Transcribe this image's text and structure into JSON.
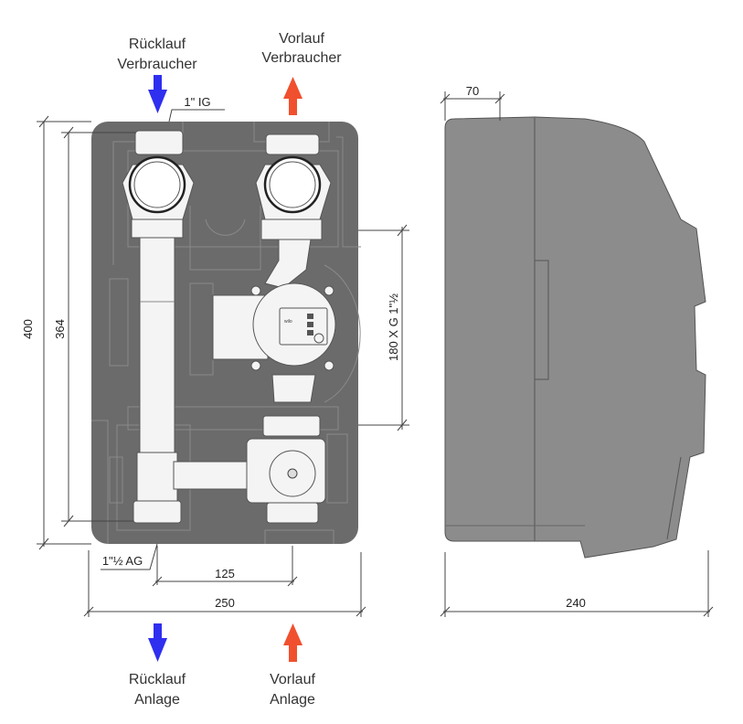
{
  "labels": {
    "top_left": {
      "line1": "Rücklauf",
      "line2": "Verbraucher"
    },
    "top_right": {
      "line1": "Vorlauf",
      "line2": "Verbraucher"
    },
    "bottom_left": {
      "line1": "Rücklauf",
      "line2": "Anlage"
    },
    "bottom_right": {
      "line1": "Vorlauf",
      "line2": "Anlage"
    }
  },
  "annotations": {
    "top_connection": "1\" IG",
    "bottom_connection": "1\"½ AG",
    "pump_length": "180 X G 1\"½",
    "pump_brand": "wilo"
  },
  "dimensions": {
    "height_total": "400",
    "height_inner": "364",
    "pipe_spacing": "125",
    "width_total": "250",
    "depth_offset": "70",
    "depth_total": "240"
  },
  "colors": {
    "return_arrow": "#2f2ff0",
    "flow_arrow": "#f0502e",
    "insulation": "#6b6b6b",
    "side_cover": "#8c8c8c"
  }
}
